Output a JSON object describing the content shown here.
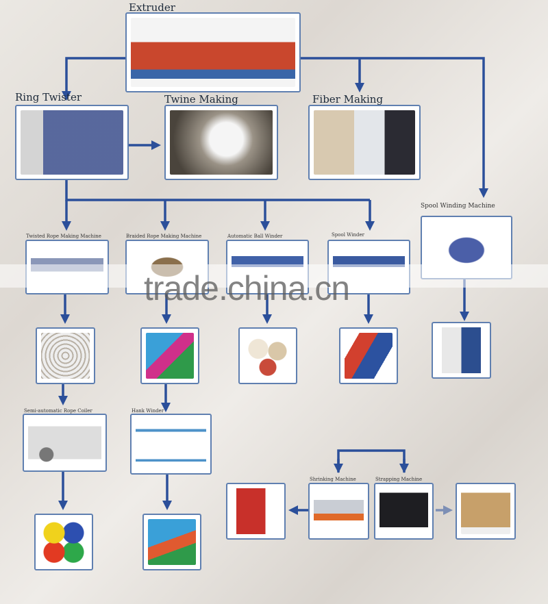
{
  "nodes": {
    "extruder": "Extruder",
    "ring_twister": "Ring Twister",
    "twine_making": "Twine Making",
    "fiber_making": "Fiber Making",
    "spool_winding_machine": "Spool Winding Machine",
    "twisted_rope_making_machine": "Twisted Rope Making Machine",
    "braided_rope_making_machine": "Braided Rope Making Machine",
    "automatic_ball_winder": "Automatic Ball Winder",
    "spool_winder": "Spool Winder",
    "semi_automatic_rope_coiler": "Semi-automatic Rope Coiler",
    "hank_winder": "Hank Winder",
    "shrinking_machine": "Shrinking Machine",
    "strapping_machine": "Strapping Machine"
  },
  "watermark": "trade.china.cn",
  "colors": {
    "arrow": "#2b4f9a",
    "box_border": "#5f7fb0"
  }
}
